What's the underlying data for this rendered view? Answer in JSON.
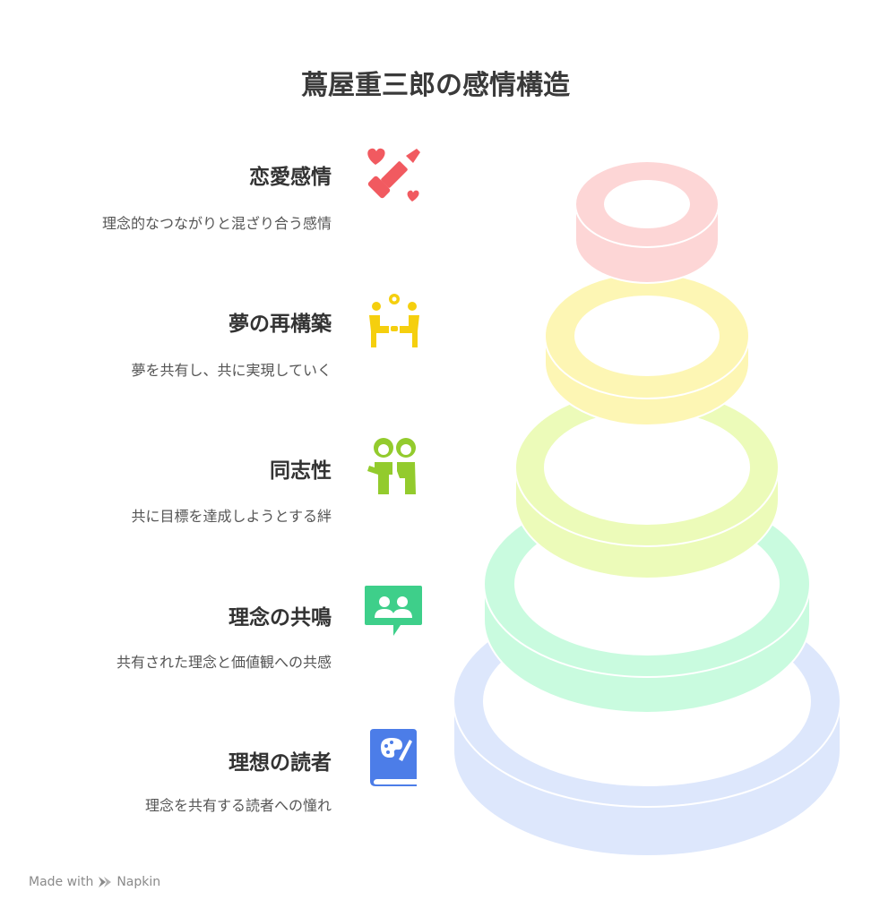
{
  "title": "蔦屋重三郎の感情構造",
  "items": [
    {
      "heading": "恋愛感情",
      "description": "理念的なつながりと混ざり合う感情",
      "icon": "heart-lipstick-icon",
      "color": "#f15a60"
    },
    {
      "heading": "夢の再構築",
      "description": "夢を共有し、共に実現していく",
      "icon": "people-sharing-idea-icon",
      "color": "#f5cf0e"
    },
    {
      "heading": "同志性",
      "description": "共に目標を達成しようとする絆",
      "icon": "two-friends-icon",
      "color": "#93cb2d"
    },
    {
      "heading": "理念の共鳴",
      "description": "共有された理念と価値観への共感",
      "icon": "group-chat-icon",
      "color": "#3ecf8a"
    },
    {
      "heading": "理想の読者",
      "description": "理念を共有する読者への憧れ",
      "icon": "art-book-icon",
      "color": "#4c7de8"
    }
  ],
  "rings": [
    {
      "fill": "#fdd6d6"
    },
    {
      "fill": "#fdf6b4"
    },
    {
      "fill": "#ecfbb9"
    },
    {
      "fill": "#c9fbdf"
    },
    {
      "fill": "#dde7fc"
    }
  ],
  "footer": {
    "made_with": "Made with",
    "brand": "Napkin"
  }
}
